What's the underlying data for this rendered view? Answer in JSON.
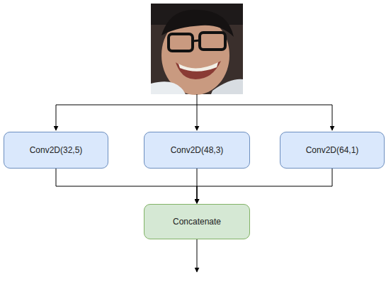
{
  "diagram": {
    "nodes": [
      {
        "text": [
          "Conv2D(32,5)"
        ]
      },
      {
        "text": [
          "Conv2D(48,3)"
        ]
      },
      {
        "text": [
          "Conv2D(64,1)"
        ]
      },
      {
        "text": [
          "Concatenate"
        ]
      }
    ],
    "edges": [
      {
        "from": 0,
        "to": 3,
        "arrow": "to"
      },
      {
        "from": 1,
        "to": 3,
        "arrow": "to"
      },
      {
        "from": 2,
        "to": 3,
        "arrow": "to"
      }
    ]
  }
}
